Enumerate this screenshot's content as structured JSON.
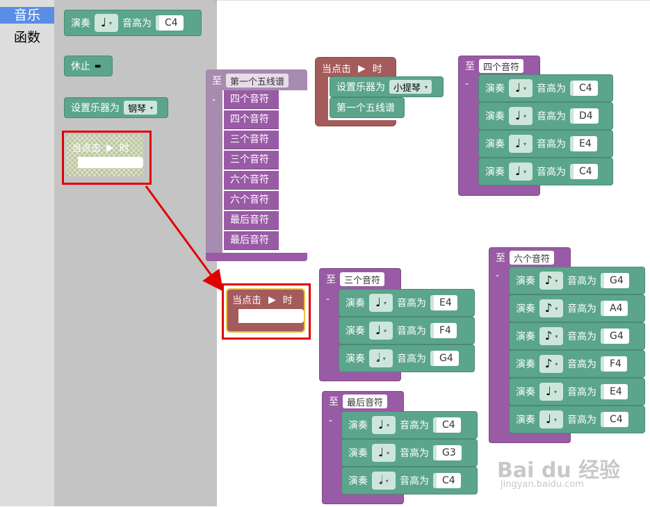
{
  "categories": [
    {
      "label": "音乐",
      "selected": true
    },
    {
      "label": "函数",
      "selected": false
    }
  ],
  "flyout": {
    "play": {
      "label": "演奏",
      "pitch_label": "音高为",
      "pitch": "C4",
      "note_glyph": "♩"
    },
    "rest": {
      "label": "休止",
      "value": "▬"
    },
    "set_instrument": {
      "label": "设置乐器为",
      "instrument": "钢琴"
    },
    "when_clicked": {
      "label": "当点击",
      "run_glyph": "▶",
      "suffix": "时"
    }
  },
  "dropdown_glyph": "▾",
  "workspace": {
    "main_def": {
      "prefix": "至",
      "name": "第一个五线谱",
      "dash": "-",
      "calls": [
        "四个音符",
        "四个音符",
        "三个音符",
        "三个音符",
        "六个音符",
        "六个音符",
        "最后音符",
        "最后音符"
      ]
    },
    "when_clicked_top": {
      "label": "当点击",
      "run_glyph": "▶",
      "suffix": "时",
      "set_instrument_label": "设置乐器为",
      "instrument": "小提琴",
      "call": "第一个五线谱"
    },
    "when_clicked_drop": {
      "label": "当点击",
      "run_glyph": "▶",
      "suffix": "时"
    },
    "four_notes": {
      "prefix": "至",
      "name": "四个音符",
      "dash": "-",
      "notes": [
        {
          "label": "演奏",
          "glyph": "♩",
          "pitch_label": "音高为",
          "pitch": "C4"
        },
        {
          "label": "演奏",
          "glyph": "♩",
          "pitch_label": "音高为",
          "pitch": "D4"
        },
        {
          "label": "演奏",
          "glyph": "♩",
          "pitch_label": "音高为",
          "pitch": "E4"
        },
        {
          "label": "演奏",
          "glyph": "♩",
          "pitch_label": "音高为",
          "pitch": "C4"
        }
      ]
    },
    "three_notes": {
      "prefix": "至",
      "name": "三个音符",
      "dash": "-",
      "notes": [
        {
          "label": "演奏",
          "glyph": "♩",
          "pitch_label": "音高为",
          "pitch": "E4"
        },
        {
          "label": "演奏",
          "glyph": "♩",
          "pitch_label": "音高为",
          "pitch": "F4"
        },
        {
          "label": "演奏",
          "glyph": "𝅗𝅥",
          "pitch_label": "音高为",
          "pitch": "G4"
        }
      ]
    },
    "six_notes": {
      "prefix": "至",
      "name": "六个音符",
      "dash": "-",
      "notes": [
        {
          "label": "演奏",
          "glyph": "♪",
          "pitch_label": "音高为",
          "pitch": "G4"
        },
        {
          "label": "演奏",
          "glyph": "♪",
          "pitch_label": "音高为",
          "pitch": "A4"
        },
        {
          "label": "演奏",
          "glyph": "♪",
          "pitch_label": "音高为",
          "pitch": "G4"
        },
        {
          "label": "演奏",
          "glyph": "♪",
          "pitch_label": "音高为",
          "pitch": "F4"
        },
        {
          "label": "演奏",
          "glyph": "♩",
          "pitch_label": "音高为",
          "pitch": "E4"
        },
        {
          "label": "演奏",
          "glyph": "♩",
          "pitch_label": "音高为",
          "pitch": "C4"
        }
      ]
    },
    "last_notes": {
      "prefix": "至",
      "name": "最后音符",
      "dash": "-",
      "notes": [
        {
          "label": "演奏",
          "glyph": "♩",
          "pitch_label": "音高为",
          "pitch": "C4"
        },
        {
          "label": "演奏",
          "glyph": "♩",
          "pitch_label": "音高为",
          "pitch": "G3"
        },
        {
          "label": "演奏",
          "glyph": "𝅗𝅥",
          "pitch_label": "音高为",
          "pitch": "C4"
        }
      ]
    }
  },
  "watermark": {
    "logo": "Bai du 经验",
    "url": "jingyan.baidu.com"
  },
  "colors": {
    "music_green": "#5ba58c",
    "procedure_purple": "#995ba5",
    "event_maroon": "#a55b5b",
    "highlight_red": "#e10000",
    "category_selected": "#5a8de5"
  }
}
